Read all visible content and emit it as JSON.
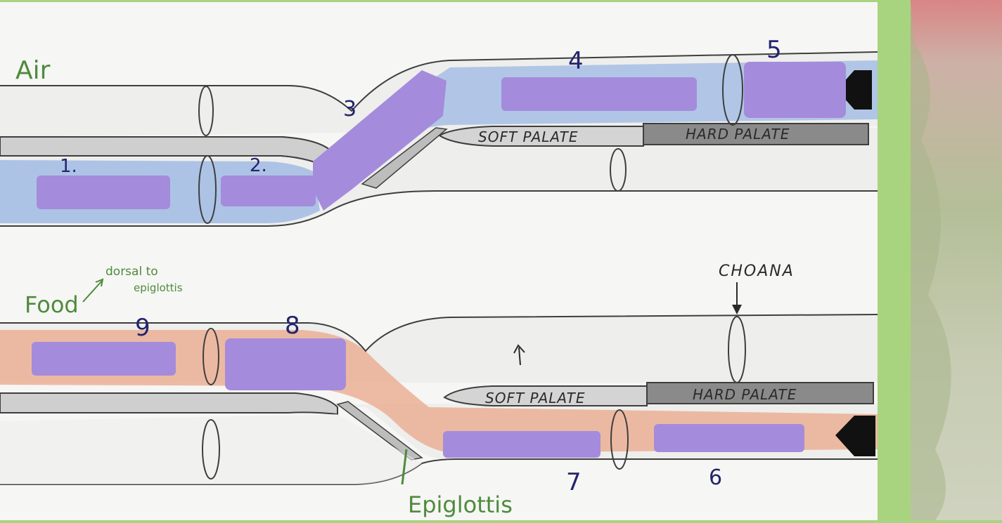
{
  "colors": {
    "frame": "#a9d47f",
    "paper": "#f6f6f4",
    "tube": "#eeeeec",
    "outline": "#3e3e3e",
    "air": "#9cb8e4",
    "food": "#e9a78a",
    "palate_soft": "#cfcfcf",
    "palate_hard": "#8a8a8a",
    "redaction": "#a58bdc",
    "note_green": "#4f8a3d",
    "note_blue": "#24246e"
  },
  "annotations": {
    "air_label": "Air",
    "food_label": "Food",
    "food_note_line1": "dorsal to",
    "food_note_line2": "epiglottis",
    "epiglottis_label": "Epiglottis",
    "choana_label": "CHOANA"
  },
  "air_panel": {
    "soft_palate": "SOFT PALATE",
    "hard_palate": "HARD PALATE",
    "numbers": [
      "1.",
      "2.",
      "3",
      "4",
      "5"
    ]
  },
  "food_panel": {
    "soft_palate": "SOFT PALATE",
    "hard_palate": "HARD PALATE",
    "numbers": [
      "6",
      "7",
      "8",
      "9"
    ]
  },
  "photo_strip": {
    "icon": "tissue-photo"
  }
}
